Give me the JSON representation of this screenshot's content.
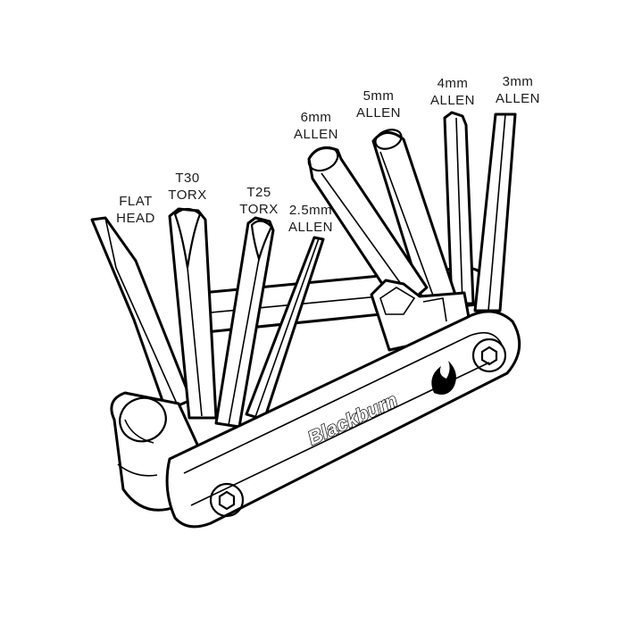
{
  "colors": {
    "ink": "#000000",
    "paper": "#ffffff",
    "text": "#1a1a1a"
  },
  "brand": "Blackburn",
  "labels": {
    "flat_head": {
      "line1": "FLAT",
      "line2": "HEAD"
    },
    "t30": {
      "line1": "T30",
      "line2": "TORX"
    },
    "t25": {
      "line1": "T25",
      "line2": "TORX"
    },
    "allen_2_5": {
      "line1": "2.5mm",
      "line2": "ALLEN"
    },
    "allen_6": {
      "line1": "6mm",
      "line2": "ALLEN"
    },
    "allen_5": {
      "line1": "5mm",
      "line2": "ALLEN"
    },
    "allen_4": {
      "line1": "4mm",
      "line2": "ALLEN"
    },
    "allen_3": {
      "line1": "3mm",
      "line2": "ALLEN"
    }
  }
}
